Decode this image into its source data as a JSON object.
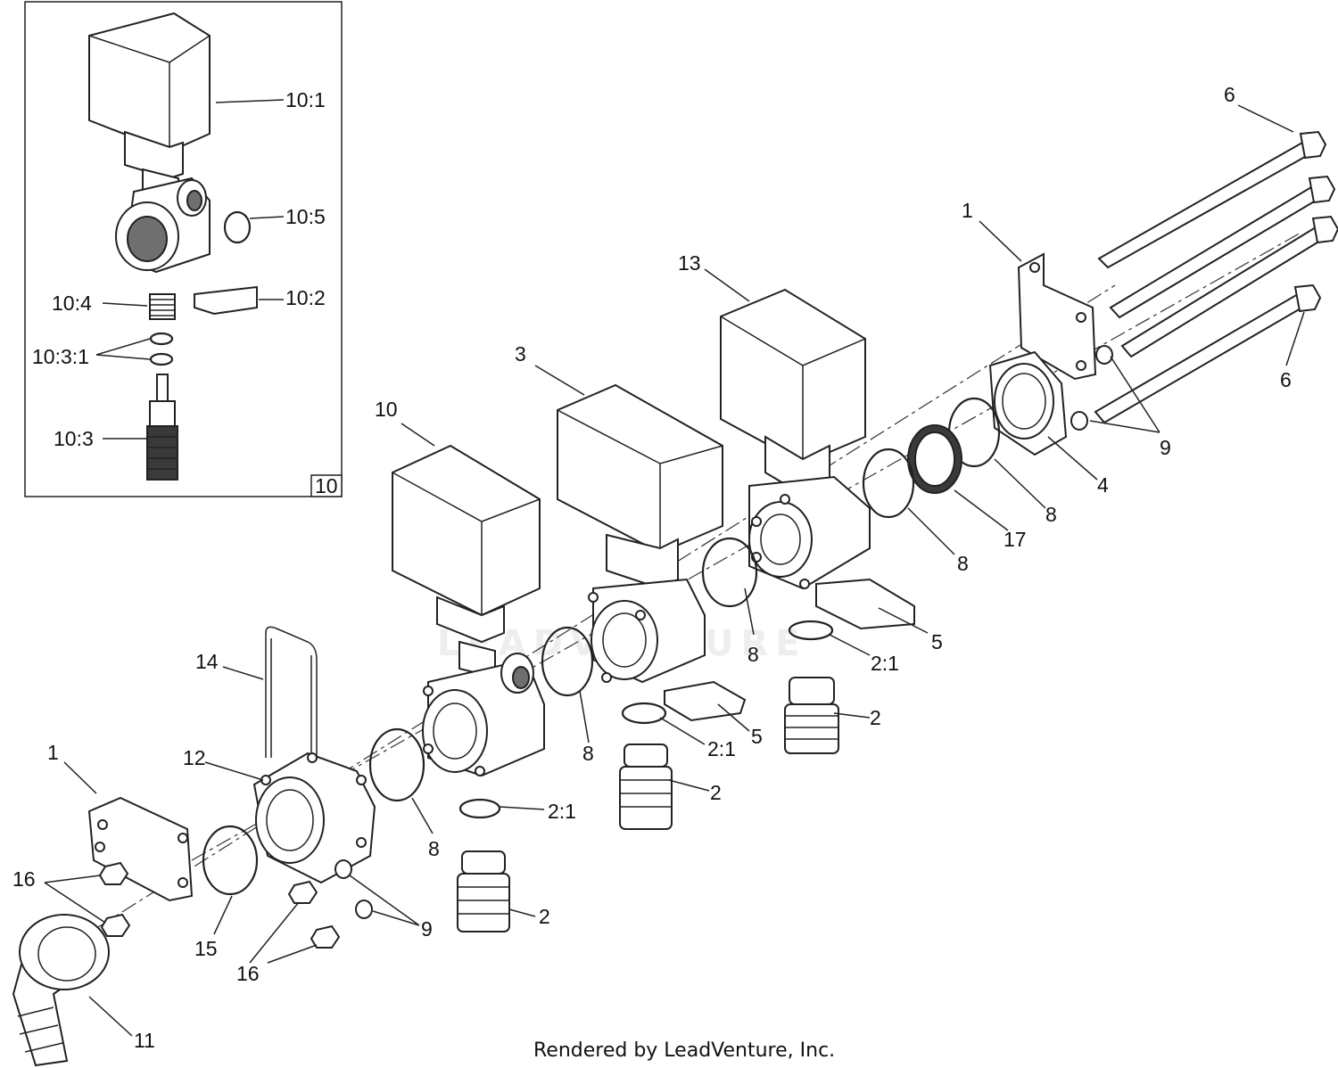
{
  "inset": {
    "box_label": "10",
    "callouts": [
      "10:1",
      "10:5",
      "10:4",
      "10:2",
      "10:3:1",
      "10:3"
    ]
  },
  "callouts": {
    "c6_top": "6",
    "c6_right": "6",
    "c1_right": "1",
    "c13": "13",
    "c3": "3",
    "c10": "10",
    "c9_right": "9",
    "c4": "4",
    "c8_a": "8",
    "c17": "17",
    "c8_b": "8",
    "c8_c": "8",
    "c5_a": "5",
    "c21_a": "2:1",
    "c2_a": "2",
    "c8_d": "8",
    "c21_b": "2:1",
    "c5_b": "5",
    "c2_b": "2",
    "c14": "14",
    "c12": "12",
    "c1_left": "1",
    "c8_e": "8",
    "c21_c": "2:1",
    "c16_a": "16",
    "c15": "15",
    "c9_left": "9",
    "c16_b": "16",
    "c2_c": "2",
    "c11": "11"
  },
  "watermark": "LEADVENTURE",
  "footer": "Rendered by LeadVenture, Inc."
}
